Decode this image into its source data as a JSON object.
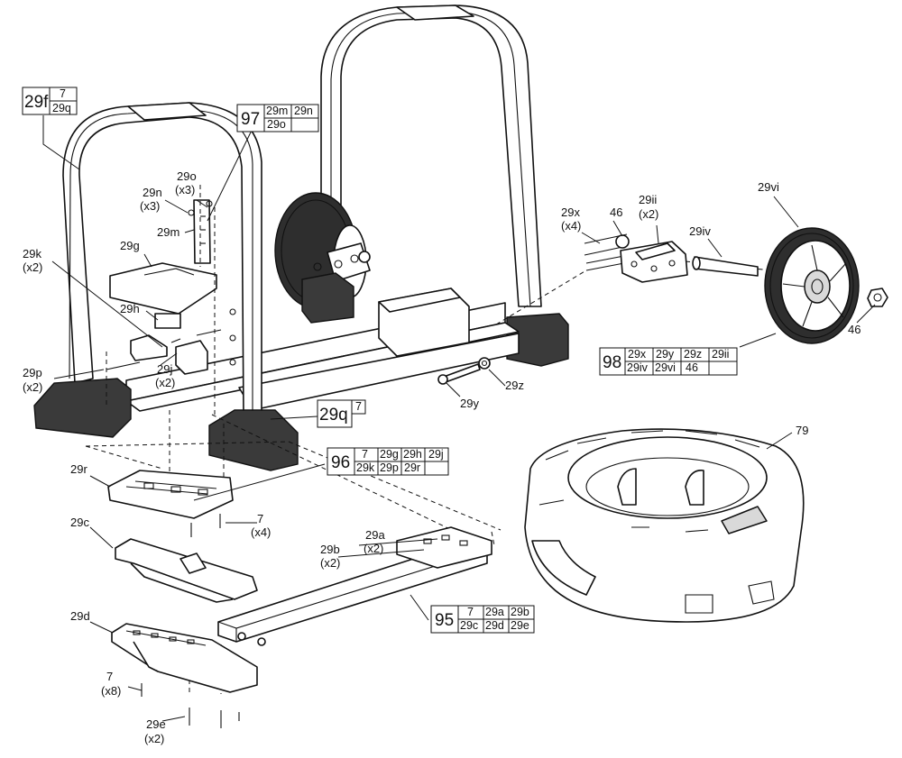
{
  "labels": {
    "29o": "29o",
    "29o_q": "(x3)",
    "29n": "29n",
    "29n_q": "(x3)",
    "29m": "29m",
    "29g": "29g",
    "29k": "29k",
    "29k_q": "(x2)",
    "29h": "29h",
    "29j": "29j",
    "29j_q": "(x2)",
    "29p": "29p",
    "29p_q": "(x2)",
    "29r": "29r",
    "7a": "7",
    "7a_q": "(x4)",
    "29c": "29c",
    "29d": "29d",
    "7b": "7",
    "7b_q": "(x8)",
    "29e": "29e",
    "29e_q": "(x2)",
    "29a": "29a",
    "29a_q": "(x2)",
    "29b": "29b",
    "29b_q": "(x2)",
    "29x": "29x",
    "29x_q": "(x4)",
    "46a": "46",
    "29ii": "29ii",
    "29ii_q": "(x2)",
    "29iv": "29iv",
    "29vi": "29vi",
    "46b": "46",
    "29y": "29y",
    "29z": "29z",
    "79": "79"
  },
  "kits": {
    "k29f": {
      "main": "29f",
      "cells": [
        "7",
        "29q"
      ]
    },
    "k97": {
      "main": "97",
      "cells": [
        "29m",
        "29n",
        "29o",
        ""
      ]
    },
    "k29q": {
      "main": "29q",
      "cells": [
        "7"
      ]
    },
    "k96": {
      "main": "96",
      "cells": [
        "7",
        "29g",
        "29h",
        "29j",
        "29k",
        "29p",
        "29r",
        ""
      ]
    },
    "k98": {
      "main": "98",
      "cells": [
        "29x",
        "29y",
        "29z",
        "29ii",
        "29iv",
        "29vi",
        "46",
        ""
      ]
    },
    "k95": {
      "main": "95",
      "cells": [
        "7",
        "29a",
        "29b",
        "29c",
        "29d",
        "29e"
      ]
    }
  }
}
